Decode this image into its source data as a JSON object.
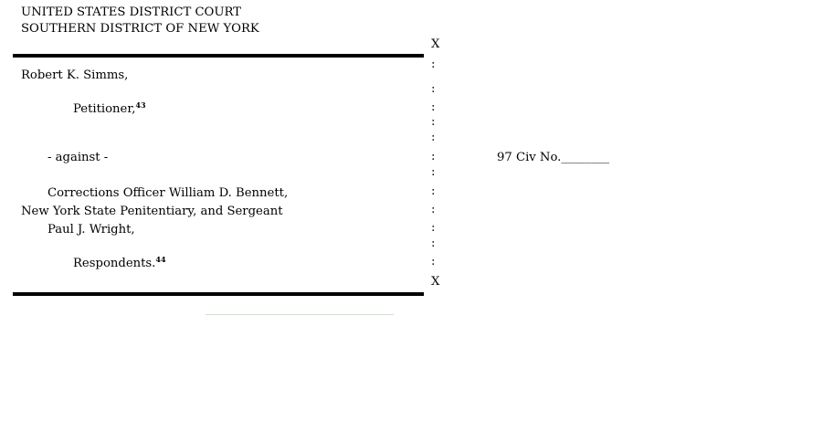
{
  "caption": {
    "court_line1": "UNITED STATES DISTRICT COURT",
    "court_line2": "SOUTHERN DISTRICT OF NEW YORK",
    "x_top": "X",
    "x_bottom": "X"
  },
  "parties": {
    "petitioner_name": "Robert K. Simms,",
    "petitioner_role": "Petitioner,",
    "petitioner_footnote": "43",
    "versus": "- against -",
    "respondents_line1": "Corrections Officer William D. Bennett,",
    "respondents_line2": "New York State Penitentiary, and Sergeant",
    "respondents_line3": "Paul J. Wright,",
    "respondents_role": "Respondents.",
    "respondents_footnote": "44"
  },
  "case": {
    "number_label": "97 Civ No.",
    "number_blank": "________"
  },
  "separator": {
    "colon": ":"
  }
}
